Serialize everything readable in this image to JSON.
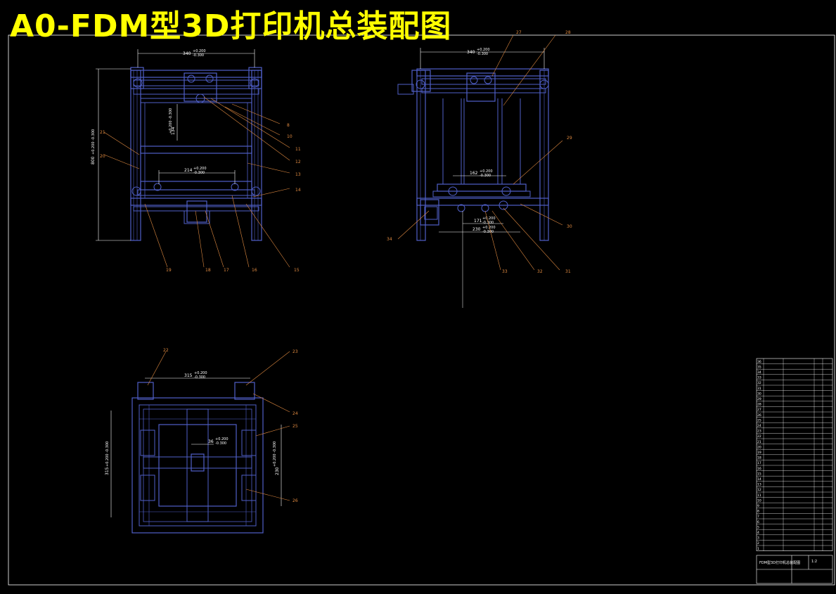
{
  "title": "A0-FDM型3D打印机总装配图",
  "colors": {
    "background": "#000000",
    "title": "#ffff00",
    "frame": "#4f5fc8",
    "frame_light": "#8fa0ff",
    "leader": "#e08a40",
    "dimension": "#ffffff",
    "table": "#ffffff"
  },
  "front_view": {
    "callouts": [
      "8",
      "10",
      "11",
      "12",
      "13",
      "14",
      "15",
      "16",
      "17",
      "18",
      "19",
      "20",
      "21"
    ],
    "dims": {
      "top_width": "340",
      "top_tol_upper": "+0.200",
      "top_tol_lower": "-0.300",
      "height": "800",
      "height_tol": "+0.200 -0.300",
      "bed_width": "214",
      "bed_tol_upper": "+0.200",
      "bed_tol_lower": "-0.300",
      "inner": "134",
      "inner_tol": "+0.200 -0.300"
    }
  },
  "side_view": {
    "callouts": [
      "27",
      "28",
      "29",
      "30",
      "31",
      "32",
      "33",
      "34"
    ],
    "dims": {
      "top_width": "340",
      "top_tol_upper": "+0.200",
      "top_tol_lower": "-0.300",
      "rail": "162",
      "rail_tol_upper": "+0.200",
      "rail_tol_lower": "-0.300",
      "low1": "171",
      "low1_tol_upper": "+0.200",
      "low1_tol_lower": "-0.300",
      "low2": "230",
      "low2_tol_upper": "+0.200",
      "low2_tol_lower": "-0.300"
    }
  },
  "top_view": {
    "callouts": [
      "22",
      "23",
      "24",
      "25",
      "26"
    ],
    "dims": {
      "width": "315",
      "width_tol_upper": "+0.200",
      "width_tol_lower": "-0.300",
      "left": "315",
      "left_tol": "+0.200 -0.300",
      "right": "230",
      "right_tol": "+0.200 -0.300",
      "center": "36",
      "center_tol_upper": "+0.200",
      "center_tol_lower": "-0.300"
    }
  },
  "bom_rows": [
    {
      "no": "36",
      "name": "",
      "qty": "",
      "mat": ""
    },
    {
      "no": "35",
      "name": "",
      "qty": "",
      "mat": ""
    },
    {
      "no": "34",
      "name": "",
      "qty": "",
      "mat": ""
    },
    {
      "no": "33",
      "name": "",
      "qty": "",
      "mat": ""
    },
    {
      "no": "32",
      "name": "",
      "qty": "",
      "mat": ""
    },
    {
      "no": "31",
      "name": "",
      "qty": "",
      "mat": ""
    },
    {
      "no": "30",
      "name": "",
      "qty": "",
      "mat": ""
    },
    {
      "no": "29",
      "name": "",
      "qty": "",
      "mat": ""
    },
    {
      "no": "28",
      "name": "",
      "qty": "",
      "mat": ""
    },
    {
      "no": "27",
      "name": "",
      "qty": "",
      "mat": ""
    },
    {
      "no": "26",
      "name": "",
      "qty": "",
      "mat": ""
    },
    {
      "no": "25",
      "name": "",
      "qty": "",
      "mat": ""
    },
    {
      "no": "24",
      "name": "",
      "qty": "",
      "mat": ""
    },
    {
      "no": "23",
      "name": "",
      "qty": "",
      "mat": ""
    },
    {
      "no": "22",
      "name": "",
      "qty": "",
      "mat": ""
    },
    {
      "no": "21",
      "name": "",
      "qty": "",
      "mat": ""
    },
    {
      "no": "20",
      "name": "",
      "qty": "",
      "mat": ""
    },
    {
      "no": "19",
      "name": "",
      "qty": "",
      "mat": ""
    },
    {
      "no": "18",
      "name": "",
      "qty": "",
      "mat": ""
    },
    {
      "no": "17",
      "name": "",
      "qty": "",
      "mat": ""
    },
    {
      "no": "16",
      "name": "",
      "qty": "",
      "mat": ""
    },
    {
      "no": "15",
      "name": "",
      "qty": "",
      "mat": ""
    },
    {
      "no": "14",
      "name": "",
      "qty": "",
      "mat": ""
    },
    {
      "no": "13",
      "name": "",
      "qty": "",
      "mat": ""
    },
    {
      "no": "12",
      "name": "",
      "qty": "",
      "mat": ""
    },
    {
      "no": "11",
      "name": "",
      "qty": "",
      "mat": ""
    },
    {
      "no": "10",
      "name": "",
      "qty": "",
      "mat": ""
    },
    {
      "no": "9",
      "name": "",
      "qty": "",
      "mat": ""
    },
    {
      "no": "8",
      "name": "",
      "qty": "",
      "mat": ""
    },
    {
      "no": "7",
      "name": "",
      "qty": "",
      "mat": ""
    },
    {
      "no": "6",
      "name": "",
      "qty": "",
      "mat": ""
    },
    {
      "no": "5",
      "name": "",
      "qty": "",
      "mat": ""
    },
    {
      "no": "4",
      "name": "",
      "qty": "",
      "mat": ""
    },
    {
      "no": "3",
      "name": "",
      "qty": "",
      "mat": ""
    },
    {
      "no": "2",
      "name": "",
      "qty": "",
      "mat": ""
    },
    {
      "no": "1",
      "name": "",
      "qty": "",
      "mat": ""
    }
  ],
  "title_block": {
    "drawing_name": "FDM型3D打印机总装配图",
    "scale": "1:2"
  }
}
